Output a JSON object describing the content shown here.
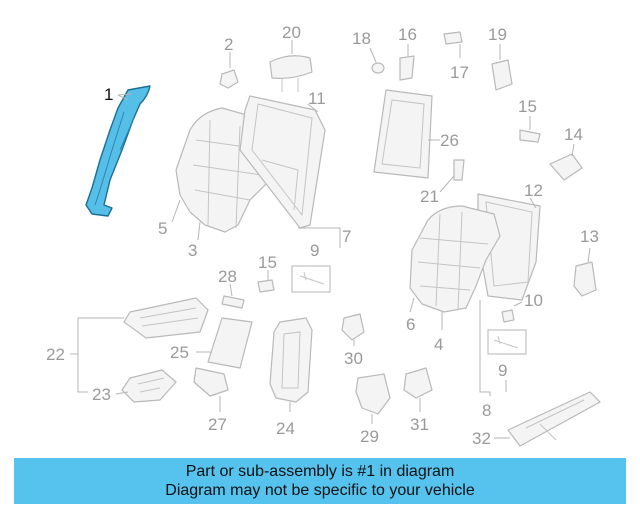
{
  "callouts": {
    "c1": "1",
    "c2": "2",
    "c3": "3",
    "c4": "4",
    "c5": "5",
    "c6": "6",
    "c7": "7",
    "c8": "8",
    "c9a": "9",
    "c9b": "9",
    "c10": "10",
    "c11": "11",
    "c12": "12",
    "c13": "13",
    "c14": "14",
    "c15a": "15",
    "c15b": "15",
    "c16": "16",
    "c17": "17",
    "c18": "18",
    "c19": "19",
    "c20": "20",
    "c21": "21",
    "c22": "22",
    "c23": "23",
    "c24": "24",
    "c25": "25",
    "c26": "26",
    "c27": "27",
    "c28": "28",
    "c29": "29",
    "c30": "30",
    "c31": "31",
    "c32": "32"
  },
  "banner": {
    "line1": "Part or sub-assembly is #1 in diagram",
    "line2": "Diagram may not be specific to your vehicle"
  },
  "colors": {
    "highlight": "#55bfe8",
    "banner": "#55c3ee",
    "parts": "#b9b9b9",
    "labels": "#9a9a9a"
  }
}
